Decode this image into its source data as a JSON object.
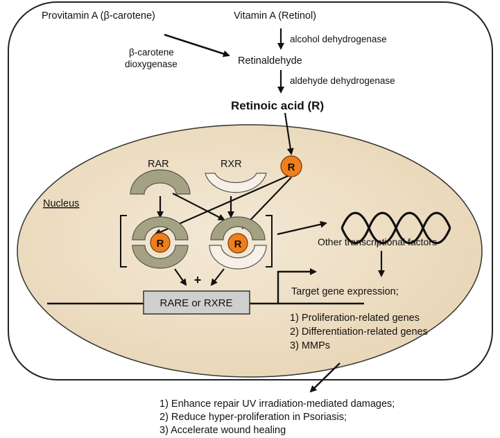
{
  "top": {
    "provitamin": "Provitamin A (β-carotene)",
    "vitamin_a": "Vitamin A (Retinol)",
    "enzyme_alcohol": "alcohol dehydrogenase",
    "enzyme_beta_line1": "β-carotene",
    "enzyme_beta_line2": "dioxygenase",
    "retinaldehyde": "Retinaldehyde",
    "enzyme_aldehyde": "aldehyde dehydrogenase",
    "retinoic_acid": "Retinoic acid (R)"
  },
  "nucleus": {
    "label": "Nucleus",
    "rar": "RAR",
    "rxr": "RXR",
    "ligand": "R",
    "plus": "+",
    "response_element": "RARE or RXRE",
    "other_factors": "Other transcriptional factors"
  },
  "targets": {
    "title": "Target gene expression;",
    "items": [
      "1) Proliferation-related genes",
      "2) Differentiation-related genes",
      "3) MMPs"
    ]
  },
  "outcomes": [
    "1) Enhance repair UV irradiation-mediated damages;",
    "2) Reduce hyper-proliferation in Psoriasis;",
    "3) Accelerate wound healing"
  ],
  "colors": {
    "nucleus_fill": "#efe0c6",
    "rar_fill": "#a5a183",
    "rxr_fill": "#f6f0e6",
    "ligand_fill": "#f07e1a",
    "response_box": "#cfcfcf"
  }
}
